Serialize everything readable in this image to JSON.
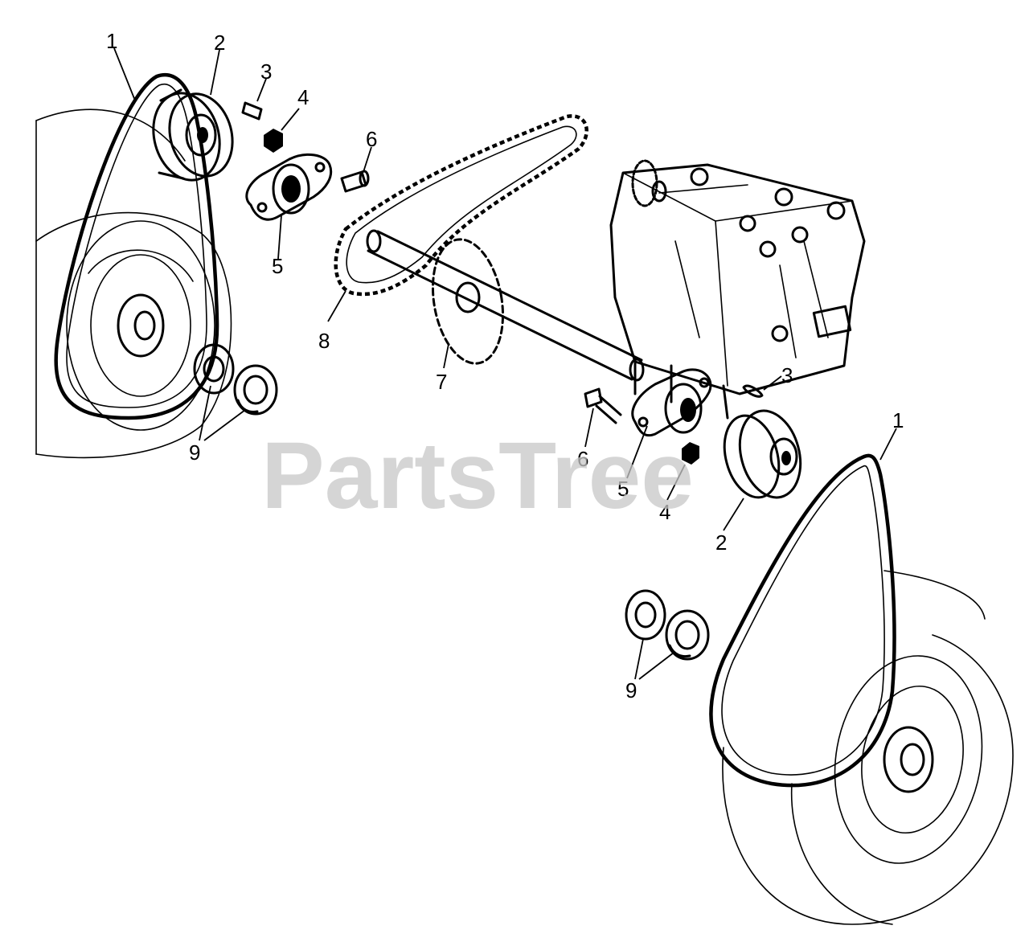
{
  "watermark": "PartsTree",
  "callouts": [
    {
      "id": "c1a",
      "text": "1"
    },
    {
      "id": "c2a",
      "text": "2"
    },
    {
      "id": "c3a",
      "text": "3"
    },
    {
      "id": "c4a",
      "text": "4"
    },
    {
      "id": "c5a",
      "text": "5"
    },
    {
      "id": "c6a",
      "text": "6"
    },
    {
      "id": "c8",
      "text": "8"
    },
    {
      "id": "c7",
      "text": "7"
    },
    {
      "id": "c9a",
      "text": "9"
    },
    {
      "id": "c3b",
      "text": "3"
    },
    {
      "id": "c6b",
      "text": "6"
    },
    {
      "id": "c5b",
      "text": "5"
    },
    {
      "id": "c4b",
      "text": "4"
    },
    {
      "id": "c2b",
      "text": "2"
    },
    {
      "id": "c1b",
      "text": "1"
    },
    {
      "id": "c9b",
      "text": "9"
    }
  ]
}
